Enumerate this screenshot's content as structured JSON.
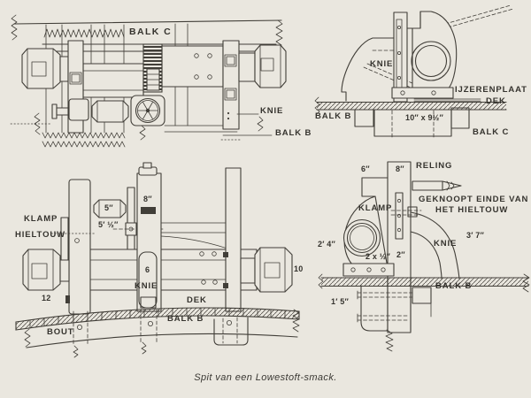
{
  "colors": {
    "paper": "#eae7df",
    "ink": "#413e38"
  },
  "caption": "Spit van een Lowestoft-smack.",
  "views": {
    "plan": {
      "balk_c": "BALK C",
      "knie": "KNIE",
      "balk_b": "BALK B"
    },
    "section": {
      "knie": "KNIE",
      "ijzerenplaat": "IJZERENPLAAT",
      "dek": "DEK",
      "balk_b": "BALK B",
      "beam_dim": "10″ x 9½″",
      "balk_c": "BALK C"
    },
    "front": {
      "klamp": "KLAMP",
      "hieltouw": "HIELTOUW",
      "dim_5": "5″",
      "dim_8": "8″",
      "dim_5_half": "5′ ½″",
      "dim_6": "6",
      "knie": "KNIE",
      "dim_12": "12",
      "dim_10": "10",
      "dek": "DEK",
      "balk_b": "BALK B",
      "bout": "BOUT"
    },
    "side": {
      "dim_6": "6″",
      "dim_8": "8″",
      "reling": "RELING",
      "rope_note_line1": "GEKNOOPT EINDE VAN",
      "rope_note_line2": "HET HIELTOUW",
      "klamp": "KLAMP",
      "dim_2ft4": "2′ 4″",
      "dim_2x_half": "2 x ½″",
      "dim_2": "2″",
      "knie": "KNIE",
      "dim_3ft7": "3′ 7″",
      "balk_b": "BALK B",
      "dim_1ft5": "1′ 5″"
    }
  }
}
